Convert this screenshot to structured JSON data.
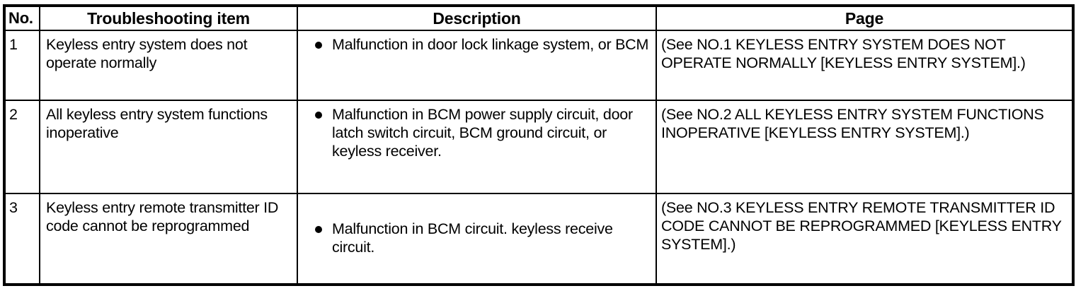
{
  "table": {
    "columns": [
      {
        "key": "no",
        "label": "No."
      },
      {
        "key": "item",
        "label": "Troubleshooting item"
      },
      {
        "key": "desc",
        "label": "Description"
      },
      {
        "key": "page",
        "label": "Page"
      }
    ],
    "rows": [
      {
        "no": "1",
        "item": "Keyless entry system does not operate normally",
        "description_bullets": [
          "Malfunction in door lock linkage system, or BCM"
        ],
        "page": "(See NO.1 KEYLESS ENTRY SYSTEM DOES NOT OPERATE NORMALLY [KEYLESS ENTRY SYSTEM].)"
      },
      {
        "no": "2",
        "item": "All keyless entry system functions inoperative",
        "description_bullets": [
          "Malfunction in BCM power supply circuit, door latch switch circuit, BCM ground circuit, or keyless receiver."
        ],
        "page": "(See NO.2 ALL KEYLESS ENTRY SYSTEM FUNCTIONS INOPERATIVE [KEYLESS ENTRY SYSTEM].)"
      },
      {
        "no": "3",
        "item": "Keyless entry remote transmitter ID code cannot be reprogrammed",
        "description_bullets": [
          "Malfunction in BCM circuit. keyless receive circuit."
        ],
        "page": "(See NO.3 KEYLESS ENTRY REMOTE TRANSMITTER ID CODE CANNOT BE REPROGRAMMED [KEYLESS ENTRY SYSTEM].)"
      }
    ]
  },
  "style": {
    "border_color": "#000000",
    "text_color": "#000000",
    "background": "#ffffff",
    "bullet_glyph": "bullet-dot-icon"
  }
}
